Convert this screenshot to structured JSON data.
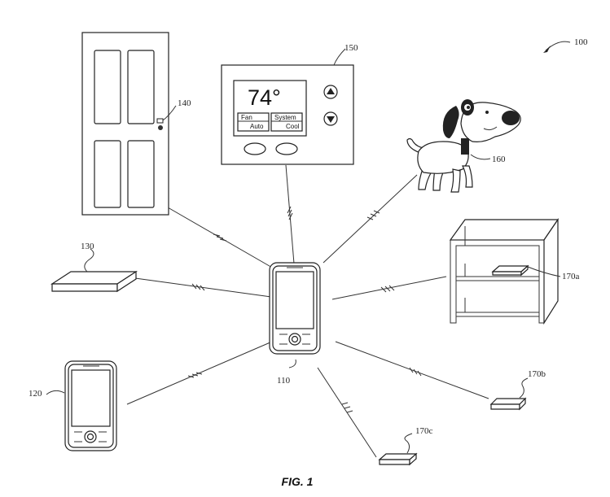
{
  "figure": {
    "caption": "FIG. 1",
    "system_ref": "100"
  },
  "devices": {
    "hub_phone": {
      "ref": "110"
    },
    "mobile_phone": {
      "ref": "120"
    },
    "tag_130": {
      "ref": "130"
    },
    "door": {
      "ref": "140"
    },
    "thermostat": {
      "ref": "150",
      "temperature": "74°",
      "fan_label": "Fan",
      "fan_value": "Auto",
      "system_label": "System",
      "system_value": "Cool"
    },
    "dog": {
      "ref": "160"
    },
    "tag_170a": {
      "ref": "170a"
    },
    "tag_170b": {
      "ref": "170b"
    },
    "tag_170c": {
      "ref": "170c"
    }
  }
}
